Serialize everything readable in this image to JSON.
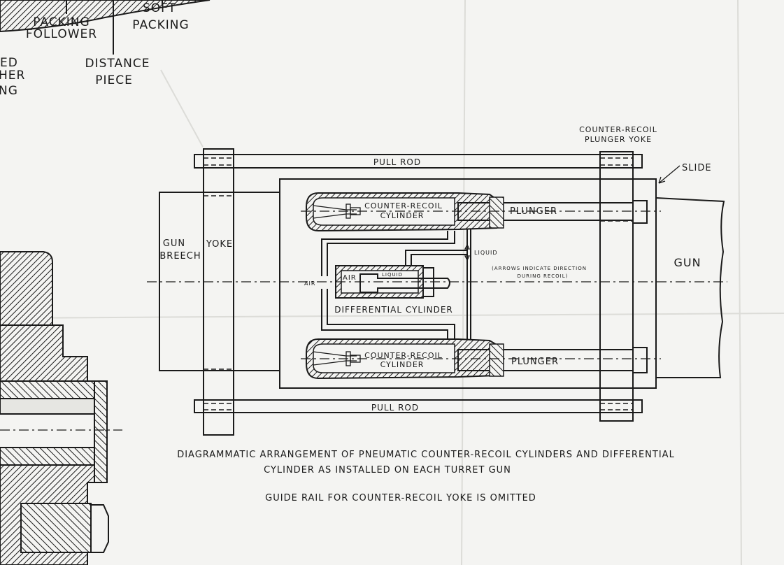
{
  "top_labels": {
    "packing_follower": [
      "PACKING",
      "FOLLOWER"
    ],
    "soft_packing": [
      "SOFT",
      "PACKING"
    ],
    "distance_piece": [
      "DISTANCE",
      "PIECE"
    ],
    "cut_label": [
      "ED",
      "HER",
      "NG"
    ]
  },
  "diagram": {
    "pull_rod_top": "PULL ROD",
    "pull_rod_bottom": "PULL ROD",
    "plunger_yoke": [
      "COUNTER-RECOIL",
      "PLUNGER YOKE"
    ],
    "slide": "SLIDE",
    "gun_breech": [
      "GUN",
      "BREECH"
    ],
    "yoke": "YOKE",
    "gun": "GUN",
    "upper_cylinder": [
      "COUNTER-RECOIL",
      "CYLINDER"
    ],
    "lower_cylinder": [
      "COUNTER-RECOIL",
      "CYLINDER"
    ],
    "plunger_top": "PLUNGER",
    "plunger_bottom": "PLUNGER",
    "liquid_line": "LIQUID",
    "arrows_note": [
      "(ARROWS INDICATE DIRECTION",
      "DURING RECOIL)"
    ],
    "air_line": "AIR",
    "diff_air": "AIR",
    "diff_liquid": "LIQUID",
    "differential_cylinder": "DIFFERENTIAL CYLINDER"
  },
  "caption": {
    "line1": "DIAGRAMMATIC ARRANGEMENT OF PNEUMATIC COUNTER-RECOIL CYLINDERS AND DIFFERENTIAL",
    "line2": "CYLINDER AS INSTALLED ON EACH TURRET GUN",
    "line3": "GUIDE RAIL FOR COUNTER-RECOIL YOKE IS OMITTED"
  }
}
